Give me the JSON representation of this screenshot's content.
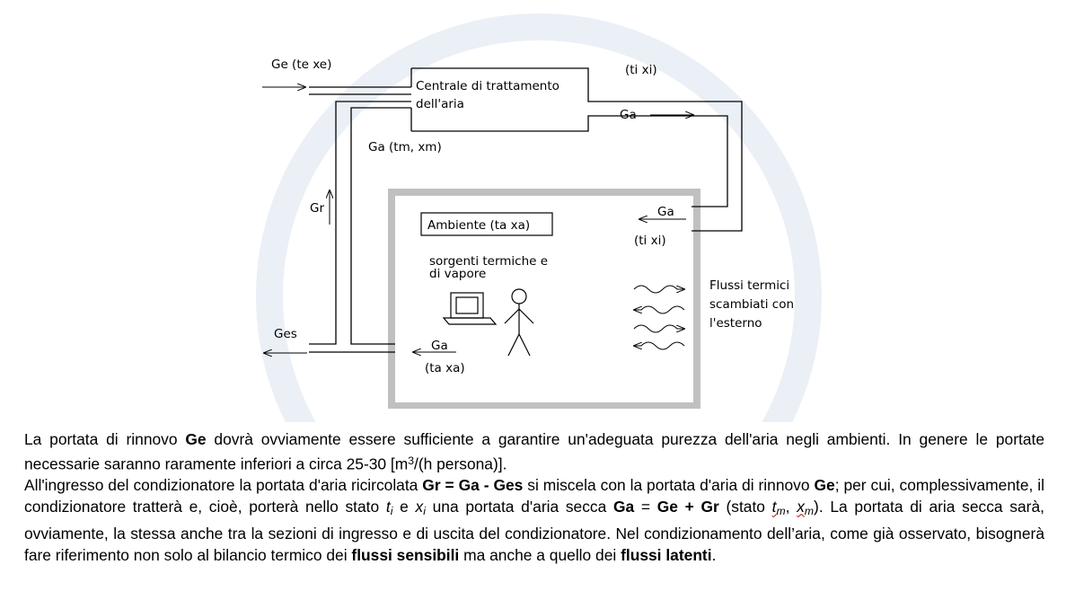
{
  "diagram": {
    "label_ge": "Ge (te xe)",
    "plant_title_1": "Centrale di trattamento",
    "plant_title_2": "dell'aria",
    "label_ti_xi_top": "(ti xi)",
    "label_ga_out": "Ga",
    "label_ga_tm": "Ga (tm, xm)",
    "label_gr": "Gr",
    "label_ga_in": "Ga",
    "label_ti_xi_room": "(ti xi)",
    "ambiente_label": "Ambiente (ta xa)",
    "sources_1": "sorgenti termiche e",
    "sources_2": "di vapore",
    "flux_1": "Flussi termici",
    "flux_2": "scambiati con",
    "flux_3": "l'esterno",
    "label_ges": "Ges",
    "label_ga_exhaust": "Ga",
    "label_ta_xa_exhaust": "(ta xa)"
  },
  "text": {
    "p1_a": "La portata di rinnovo ",
    "p1_b": "Ge",
    "p1_c": " dovrà ovviamente essere sufficiente a garantire un'adeguata purezza dell'aria negli ambienti. In genere le portate necessarie saranno raramente inferiori a circa  25-30  [m",
    "p1_sup": "3",
    "p1_d": "/(h persona)].",
    "p2_a": "All'ingresso del condizionatore la portata d'aria ricircolata ",
    "p2_b": "Gr = Ga - Ges",
    "p2_c": " si miscela con la portata d'aria di rinnovo ",
    "p2_d": "Ge",
    "p2_e": "; per cui, complessivamente, il condizionatore tratterà e, cioè, porterà nello stato ",
    "p2_ti": "t",
    "p2_ti_sub": "i",
    "p2_and": " e ",
    "p2_xi": "x",
    "p2_xi_sub": "i",
    "p2_f": " una portata d'aria secca ",
    "p2_g": "Ga",
    "p2_h": " = ",
    "p2_i": "Ge + Gr",
    "p2_j": " (stato ",
    "p2_tm": "t",
    "p2_tm_sub": "m",
    "p2_comma": ", ",
    "p2_xm": "x",
    "p2_xm_sub": "m",
    "p2_k": "). La portata di aria secca sarà, ovviamente, la stessa anche tra la sezioni di ingresso e di uscita del condizionatore. Nel condizionamento dell’aria, come già osservato, bisognerà fare riferimento non solo al bilancio termico dei ",
    "p2_l": "flussi sensibili",
    "p2_m": " ma anche a quello dei ",
    "p2_n": "flussi latenti",
    "p2_o": "."
  }
}
